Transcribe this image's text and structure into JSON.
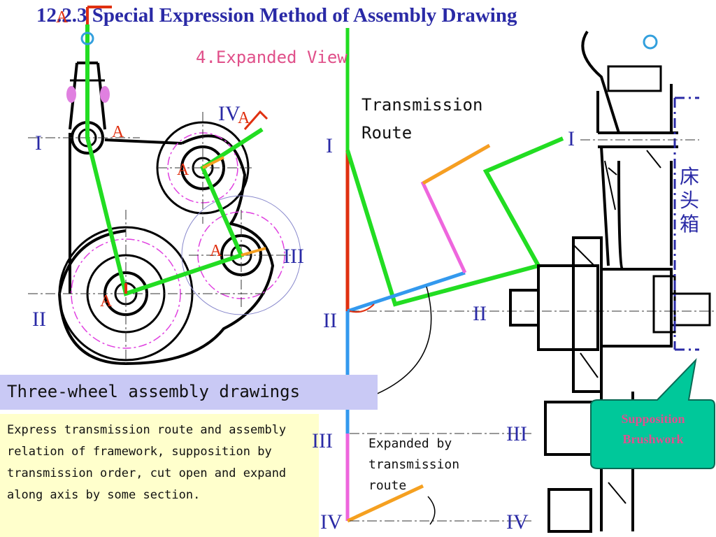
{
  "header": {
    "title": "12.2.3 Special Expression Method of Assembly Drawing",
    "subtitle": "4.Expanded View"
  },
  "route_label": "Transmission Route",
  "caption": "Three-wheel assembly drawings",
  "description": "Express transmission route and assembly relation of framework, supposition by transmission order, cut open and expand along axis by some section.",
  "expanded_note": "Expanded by transmission route",
  "callout": "Supposition Brushwork",
  "headstock_label": "床头箱",
  "roman": {
    "I": "I",
    "II": "II",
    "III": "III",
    "IV": "IV"
  },
  "section_label": "A",
  "colors": {
    "title": "#2a2aa6",
    "subtitle": "#e0508a",
    "route_green": "#22dd22",
    "route_red": "#e03010",
    "route_blue": "#3399ee",
    "route_pink": "#ee66dd",
    "route_orange": "#f5a020",
    "callout_fill": "#00c89a",
    "callout_text": "#e05090",
    "caption_bg": "#c9c9f5",
    "desc_bg": "#ffffcc"
  }
}
